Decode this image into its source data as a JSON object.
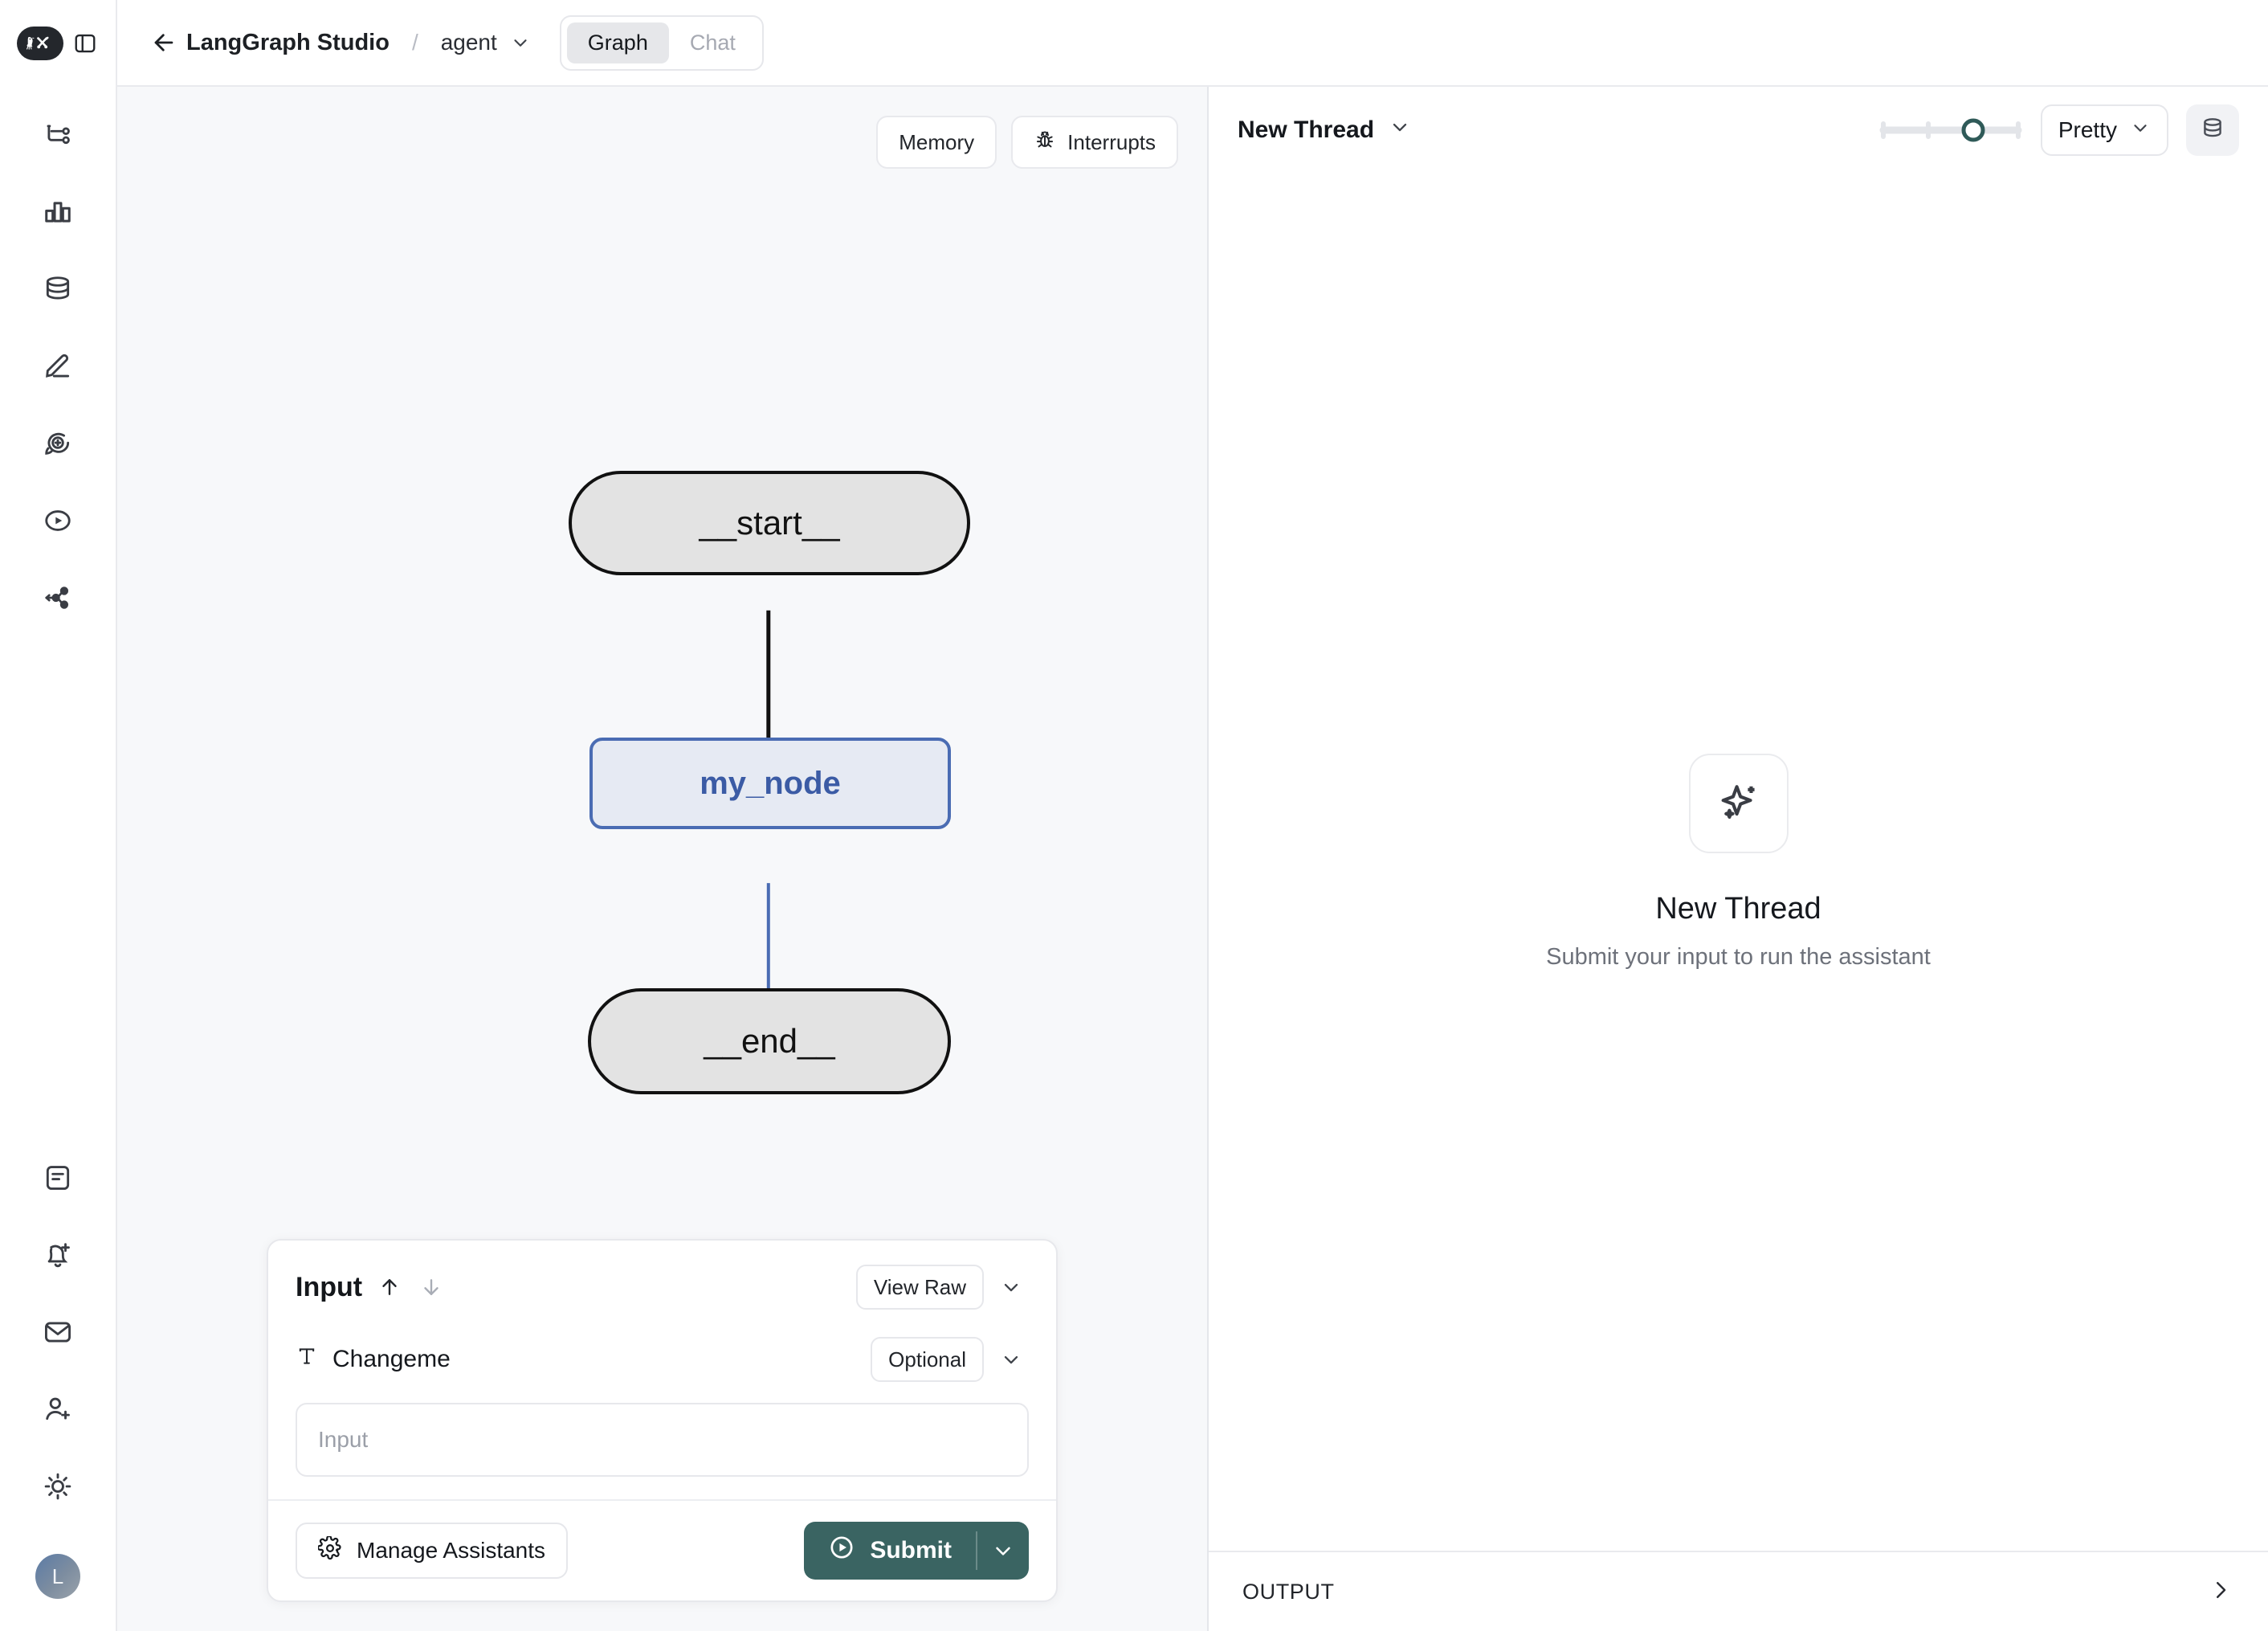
{
  "app": {
    "logo_icon": "langchain-parrot-tools-logo",
    "panel_toggle_icon": "sidebar-toggle-icon",
    "back_icon": "arrow-left-icon",
    "title": "LangGraph Studio",
    "breadcrumb_separator": "/",
    "assistant_name": "agent",
    "assistant_chevron_icon": "chevron-down-icon"
  },
  "view_tabs": [
    {
      "label": "Graph",
      "active": true
    },
    {
      "label": "Chat",
      "active": false
    }
  ],
  "sidebar": {
    "top_items": [
      {
        "name": "graph-flow",
        "icon": "graph-branch-icon"
      },
      {
        "name": "analytics",
        "icon": "bar-chart-icon"
      },
      {
        "name": "datasets",
        "icon": "database-icon"
      },
      {
        "name": "annotate",
        "icon": "pencil-underline-icon"
      },
      {
        "name": "prompts",
        "icon": "chat-plus-icon"
      },
      {
        "name": "playground",
        "icon": "play-circle-icon"
      },
      {
        "name": "deployments",
        "icon": "share-nodes-icon"
      }
    ],
    "bottom_items": [
      {
        "name": "docs",
        "icon": "document-lines-icon"
      },
      {
        "name": "alerts",
        "icon": "bell-plus-icon"
      },
      {
        "name": "inbox",
        "icon": "envelope-icon"
      },
      {
        "name": "invite",
        "icon": "user-plus-icon"
      },
      {
        "name": "theme",
        "icon": "sun-icon"
      }
    ],
    "avatar_initial": "L"
  },
  "graph_toolbar": {
    "memory_label": "Memory",
    "interrupts_label": "Interrupts",
    "interrupts_icon": "bug-icon"
  },
  "graph": {
    "nodes": [
      {
        "id": "start",
        "label": "__start__",
        "type": "terminal"
      },
      {
        "id": "my_node",
        "label": "my_node",
        "type": "active"
      },
      {
        "id": "end",
        "label": "__end__",
        "type": "terminal"
      }
    ],
    "edges": [
      {
        "from": "start",
        "to": "my_node",
        "color": "#111111"
      },
      {
        "from": "my_node",
        "to": "end",
        "color": "#4a6cb3"
      }
    ],
    "active_node_border": "#4a6cb3",
    "active_node_fill": "#e6eaf3",
    "terminal_fill": "#e3e3e3"
  },
  "input_panel": {
    "title": "Input",
    "up_arrow_icon": "arrow-up-icon",
    "down_arrow_icon": "arrow-down-icon",
    "view_raw_label": "View Raw",
    "collapse_icon": "chevron-down-icon",
    "field": {
      "type_icon": "text-type-icon",
      "label": "Changeme",
      "badge": "Optional",
      "badge_chevron_icon": "chevron-down-icon",
      "value": "",
      "placeholder": "Input"
    },
    "manage_assistants_label": "Manage Assistants",
    "manage_assistants_icon": "gear-icon",
    "submit_label": "Submit",
    "submit_icon": "play-circle-icon",
    "submit_chevron_icon": "chevron-down-icon",
    "submit_color": "#3a6462"
  },
  "right_panel": {
    "thread_label": "New Thread",
    "thread_chevron_icon": "chevron-down-icon",
    "slider": {
      "ticks": 4,
      "value_index": 3,
      "accent": "#2f5a58"
    },
    "format_label": "Pretty",
    "format_chevron_icon": "chevron-down-icon",
    "state_icon": "database-icon",
    "empty_state": {
      "icon": "sparkle-icon",
      "title": "New Thread",
      "subtitle": "Submit your input to run the assistant"
    },
    "output_label": "OUTPUT",
    "output_expand_icon": "chevron-right-icon"
  }
}
